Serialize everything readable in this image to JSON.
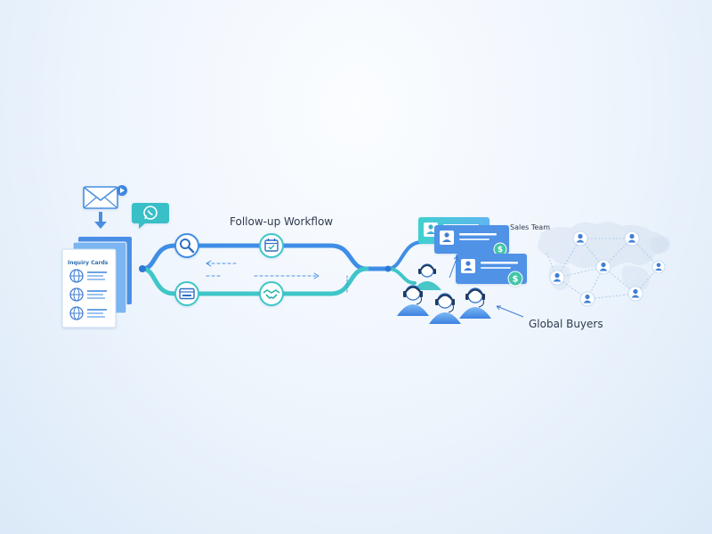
{
  "labels": {
    "inquiry_cards": "Inquiry Cards",
    "workflow_title": "Follow-up Workflow",
    "sales_team": "Sales Team",
    "global_buyers": "Global Buyers"
  },
  "icons": {
    "email": "email-icon",
    "whatsapp": "whatsapp-icon",
    "search": "search-icon",
    "calendar": "calendar-check-icon",
    "browser": "browser-window-icon",
    "handshake": "handshake-icon",
    "dollar": "dollar-icon",
    "headset": "headset-agent-icon",
    "person": "person-icon"
  },
  "colors": {
    "blue": "#3f8ee6",
    "teal": "#39c6c9",
    "light_blue": "#cfe4fb",
    "text": "#2f3b4f"
  }
}
